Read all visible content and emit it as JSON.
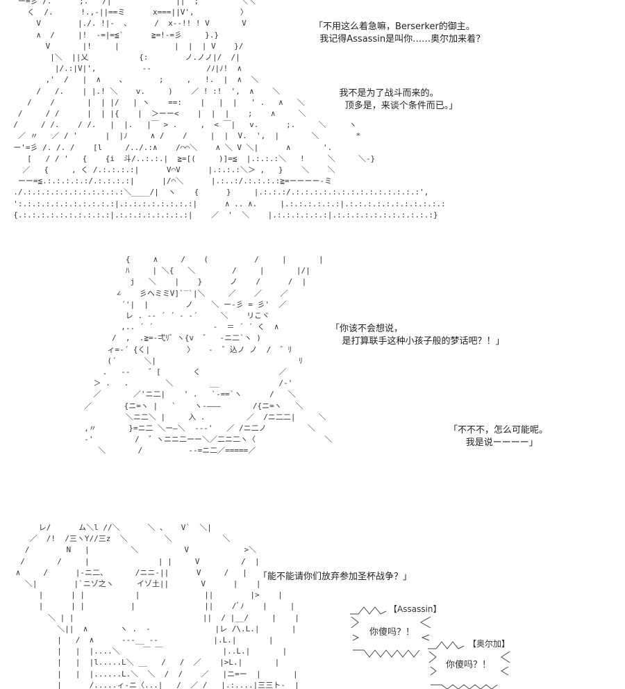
{
  "panels": [
    {
      "art": "   ー=彡 /.      ;.   /|              ||  ;         ＼＼\n     く  /.      !.,-||==ミ      x===||V',          〉\n       V        |./. !|-  、     /  x-‐!! ! V       V\n       ∧  /     |!  -=|=≦`      ≧=!-=彡     }.}\n         V       |!     |            |  |  | V    }/\n          |＼  ||乂           {:        ノ.ノノ|/  /|\n           |/.:|V|',          --            /ﾉ|ﾉ!  ∧\n         ,'  /   |  ∧    、       ;     ,   !.  |  ∧  ＼\n       /   /.    | |.! ＼    v.     )    ／ ! :!  ',  ∧    ＼\n     /    /       |  | |/   | ヽ    ==:    |   |  |   ' .   ∧   ＼\n   /     / /      |  | |{    |  ＞ーー<    |  |  |    ;    ∧     ＼\n  /     / /.    / /.   |  |.   |￣ > .     ,  < ￣|   v.      ;.     ＼     ヽ\n   ／ 〃   ／ / '      |  |ﾉ     ∧ /    /     |  |  V.  ',  |       ＼        *\n  ー'=彡 /. /. /    [l     /../.:∧    /⌒⌒＼    ∧ ＼ V ＼|      ∧       '.\n     [   / / '   {    {i  斗/..:.:.|  ≧=[(     )]=≦  |.:.:.:＼   !     ＼     ＼-}\n    ／   {     , く /.:.:.:.:|      V⌒V      |.:.:.:＼＞ ,   }    ＼    ＼\n   ーー=≦.:.:.:.:.:/.:.:.:.:|      |/⌒＼      |.:..:/.:.:.:.:≧=ーーーー-ミ\n  ./.:.:.:.:.:.:.:.:.:.:.:＼____/|  ヽ    {      }     |.:.:.:/.:.:.:.:.:.:.:.:.:.:.:.:.:.:',\n  ':.:.:.:.:.:.:.:.:.:.:|.:.:.:.:.:.:.:.:|      ∧ .. ∧.     |.:.:.:.:.:.:|.:.:.:.:.:.:.:.:.:.:.:\n  {.:.:.:.:.:.:.:.:.:.:|.:.:.:.:.:.:.:.:|    ／  '  ＼    |.:.:.:.:.:.:|.:.:.:.:.:.:.:.:.:.:.:}",
      "lines": [
        "「不用这么着急嘛，Berserker的御主。",
        "  我记得Assassin是叫你……奥尔加来着？",
        "",
        "",
        "",
        "",
        "    我不是为了战斗而来的。",
        "      顶多是，来谈个条件而已。」"
      ]
    },
    {
      "art": "           {     ∧     /    (          /     |       |\n           ﾊ     | ＼{   ＼        /     |       |/|\n            j   ＼    |    }      ノ    /      /  |\n         ∠    彡ヘミミV]`‾`|＼     ／    ／    ／\n          ´'|  |        ノ    ＼ ー-彡 = 彡'  ／\n           レ . -‐ ´ ´ - ‐´     ＼    リこヾ\n          ,.. ´ ´             ‐  ＝ ´ ´ く  ∧\n        /  ,  .≧=‐弌ﾘ゛ヽ{v  ゛  -ニ二`ヽ )\n       ィ=-´ {く|        〉   ‐  ゛込ノ ノ  /  ゛ﾘ\n       (´      ＼|                               ﾘ\n      .   -‐    ゛[       く                 ／\n    ＞ .   .        ＼        __             /-'\n    ／       ／'ニ二|    ' .   `‐==`ヽ      /   ＼\n  ／       {ニ=ヽ |   `    ヽ-―――       /{ニ=ヽ   ＼\n           ＼ニ二＼ |     入 .         ／  /ニ二二|     ＼\n  ,〃       }=ニ二 ＼ー―＼  ‐-‐'   ／ /ニ二ノ         ＼\n  ‐'         /  ゛ヽニニ二ーー＼／二ニ二ヽ〈               ＼\n     ＼       /          --=ニ二／=====／",
      "lines": [
        "「你该不会想说，",
        "    是打算联手这种小孩子般的梦话吧？！」"
      ],
      "lines_b": [
        "「不不不，怎么可能呢。",
        "      我是说ーーーー」"
      ]
    },
    {
      "art": "      レ/      ム＼l //＼      ＼ 、   V`  ＼|\n    ／  /!  /三ヽY//三z  ＼        ＼           ＼\n   /        N   |         ＼          V            >＼\n  /       /     |               | |     V         /  |\n ∧     /      |-ニ二、      /ニニ-||      V     /   |\n   ＼|        |`ニゾ之ヽ     イゾ土||       V      |    |\n      |      | |           |              ||        |>    |\n      |      | |          |               ||    /ﾞﾉ    |     |\n        ＼ | |                            ||  / |__/     |    |\n          ＼||  ∧       ヽ .  ‐              |レ /\\.L.|       |\n          |   /  ∧      ‐-‐__ ‐‐            |.L.|       |\n          |   |  |....＼     ￣ ￣             |..L.|       |\n          |   |  |l.....L＼ __   /   /  ／    |>L.|       |\n          |   |  |......L.＼  ＼  /  /    ／   |ニ=ー  |       |\n          |      /.....ィ-ニ〈...|   /  ／ /   |.:....|三三ト-  |\n         ノ  -=ニ三三三∧＼|    |   /.:.:.:.:|三三  |三=-|",
      "lines": [
        "「能不能请你们放弃参加圣杯战争？」"
      ],
      "bubbles": [
        {
          "speaker": "【Assassin】",
          "text": "你傻吗？！"
        },
        {
          "speaker": "【奥尔加】",
          "text": "你傻吗？！"
        }
      ]
    }
  ]
}
